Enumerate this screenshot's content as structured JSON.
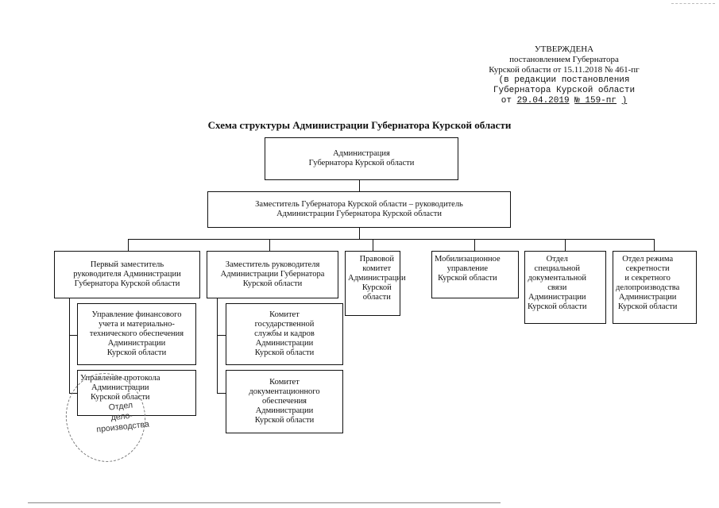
{
  "approval": {
    "l1": "УТВЕРЖДЕНА",
    "l2": "постановлением Губернатора",
    "l3": "Курской области от  15.11.2018  № 461-пг",
    "l4": "(в редакции постановления",
    "l5": "Губернатора Курской области",
    "l6_prefix": "от",
    "l6_date": "29.04.2019",
    "l6_no": "№ 159-пг",
    "l6_suffix": ")"
  },
  "title": "Схема структуры Администрации Губернатора Курской области",
  "boxes": {
    "admin": [
      "Администрация",
      "Губернатора Курской области"
    ],
    "deputy_head": [
      "Заместитель Губернатора Курской области – руководитель",
      "Администрации Губернатора Курской области"
    ],
    "first_deputy": [
      "Первый заместитель",
      "руководителя Администрации",
      "Губернатора Курской области"
    ],
    "deputy": [
      "Заместитель руководителя",
      "Администрации Губернатора",
      "Курской области"
    ],
    "legal": [
      "Правовой",
      "комитет",
      "Администрации",
      "Курской",
      "области"
    ],
    "mobilization": [
      "Мобилизационное",
      "управление",
      "Курской области"
    ],
    "special_comm": [
      "Отдел",
      "специальной",
      "документальной",
      "связи",
      "Администрации",
      "Курской области"
    ],
    "secrecy": [
      "Отдел режима",
      "секретности",
      "и секретного",
      "делопроизводства",
      "Администрации",
      "Курской области"
    ],
    "finance": [
      "Управление финансового",
      "учета и материально-",
      "технического обеспечения",
      "Администрации",
      "Курской области"
    ],
    "protocol": [
      "Управление протокола",
      "Администрации",
      "Курской области"
    ],
    "civil_service": [
      "Комитет",
      "государственной",
      "службы и кадров",
      "Администрации",
      "Курской области"
    ],
    "documentation": [
      "Комитет",
      "документационного",
      "обеспечения",
      "Администрации",
      "Курской области"
    ]
  },
  "stamp": [
    "Отдел",
    "дело-",
    "производства"
  ]
}
